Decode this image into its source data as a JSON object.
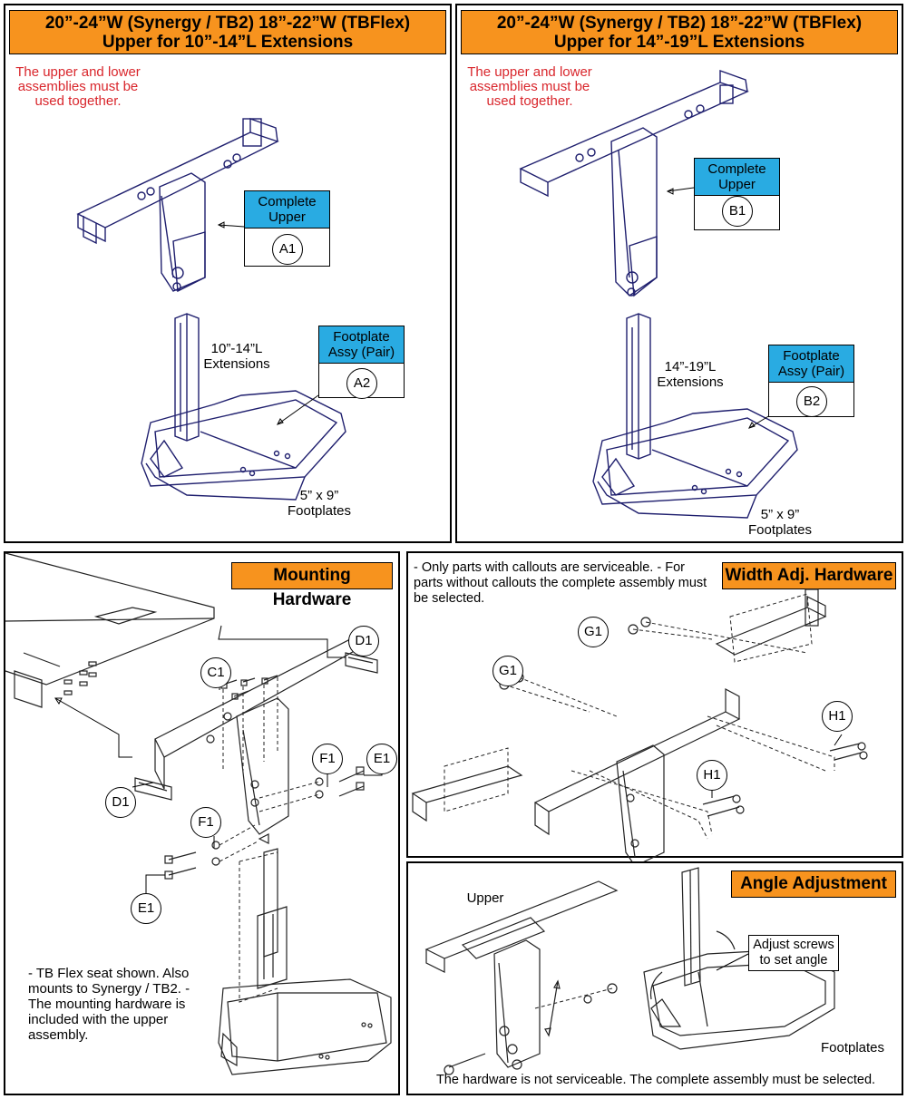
{
  "panel_a": {
    "header": "20”-24”W (Synergy / TB2) 18”-22”W (TBFlex) Upper for 10”-14”L Extensions",
    "warning": "The upper and lower assemblies must be used together.",
    "upper_callout": {
      "title": "Complete Upper",
      "id": "A1"
    },
    "footplate_callout": {
      "title": "Footplate Assy (Pair)",
      "id": "A2"
    },
    "extension_label": "10”-14”L Extensions",
    "footplate_label": "5” x 9” Footplates"
  },
  "panel_b": {
    "header": "20”-24”W (Synergy / TB2) 18”-22”W (TBFlex) Upper for 14”-19”L Extensions",
    "warning": "The upper and lower assemblies must be used together.",
    "upper_callout": {
      "title": "Complete Upper",
      "id": "B1"
    },
    "footplate_callout": {
      "title": "Footplate Assy (Pair)",
      "id": "B2"
    },
    "extension_label": "14”-19”L Extensions",
    "footplate_label": "5” x 9” Footplates"
  },
  "panel_c": {
    "header": "Mounting Hardware",
    "labels": [
      "D1",
      "C1",
      "F1",
      "E1",
      "D1",
      "F1",
      "E1"
    ],
    "note": "- TB Flex seat shown. Also mounts to Synergy / TB2. - The mounting hardware is included with the upper assembly."
  },
  "panel_d": {
    "header": "Width Adj. Hardware",
    "note": "- Only parts with callouts are serviceable. - For parts without callouts the complete assembly must be selected.",
    "labels": [
      "G1",
      "G1",
      "H1",
      "H1"
    ]
  },
  "panel_e": {
    "header": "Angle Adjustment",
    "upper_label": "Upper",
    "adjust_label": "Adjust screws to set angle",
    "footplates_label": "Footplates",
    "footer": "The hardware is not serviceable. The complete assembly must be selected."
  },
  "colors": {
    "header_bg": "#f7931e",
    "callout_bg": "#29abe2",
    "warning": "#d9262c"
  }
}
